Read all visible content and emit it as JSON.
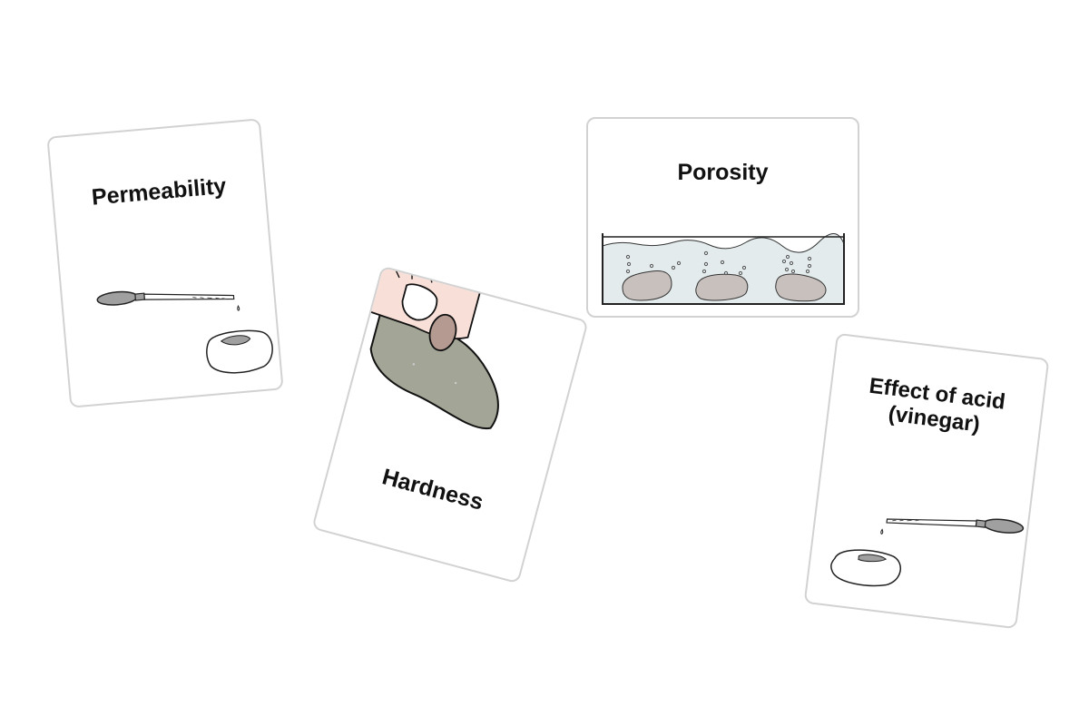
{
  "cards": [
    {
      "id": "permeability",
      "title": "Permeability",
      "illustration": "dropper-icon over rock with water stain"
    },
    {
      "id": "hardness",
      "title": "Hardness",
      "illustration": "hand scratching rock with coin-icon"
    },
    {
      "id": "porosity",
      "title": "Porosity",
      "illustration": "three rocks in water tank releasing bubbles"
    },
    {
      "id": "acid",
      "title_line1": "Effect of acid",
      "title_line2": "(vinegar)",
      "illustration": "dropper-icon over rock with vinegar stain"
    }
  ],
  "colors": {
    "card_border": "#d2d2d2",
    "rock_gray": "#c8c0bd",
    "hardness_rock": "#a3a596",
    "water": "#e3ebec",
    "skin": "#f8e0d8",
    "coin": "#b49a91",
    "dropper_bulb": "#a0a0a0"
  }
}
